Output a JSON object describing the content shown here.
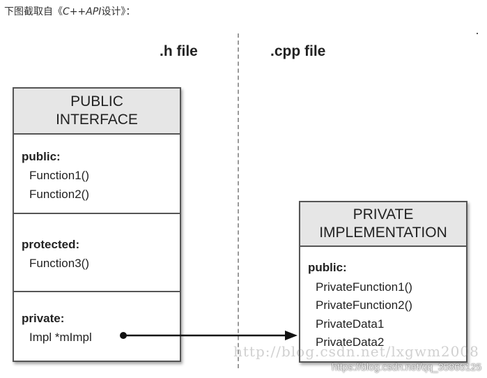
{
  "caption": {
    "prefix": "下图截取自《",
    "book": "C++API",
    "suffix": "设计》："
  },
  "labels": {
    "h_file": ".h file",
    "cpp_file": ".cpp file"
  },
  "public_box": {
    "title_line1": "PUBLIC",
    "title_line2": "INTERFACE",
    "sections": [
      {
        "keyword": "public:",
        "items": [
          "Function1()",
          "Function2()"
        ]
      },
      {
        "keyword": "protected:",
        "items": [
          "Function3()"
        ]
      },
      {
        "keyword": "private:",
        "items": [
          "Impl *mImpl"
        ]
      }
    ]
  },
  "private_box": {
    "title_line1": "PRIVATE",
    "title_line2": "IMPLEMENTATION",
    "keyword": "public:",
    "items": [
      "PrivateFunction1()",
      "PrivateFunction2()",
      "PrivateData1",
      "PrivateData2"
    ]
  },
  "watermarks": {
    "blog": "http://blog.csdn.net/lxgwm2008",
    "url": "https://blog.csdn.net/qq_35865125"
  },
  "colors": {
    "header_bg": "#e6e6e6",
    "border": "#555555",
    "divider": "#9a9a9a"
  }
}
